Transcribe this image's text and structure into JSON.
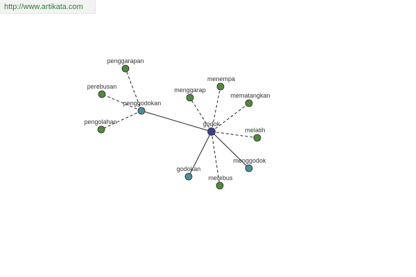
{
  "watermark": {
    "text": "http://www.artikata.com"
  },
  "graph": {
    "colors": {
      "primary_node": "#3b3f86",
      "secondary_node": "#4a8f95",
      "tertiary_node": "#4f8a3d",
      "node_stroke": "#2b2b2b",
      "edge": "#1f1f1f",
      "label": "#333333"
    },
    "nodes": [
      {
        "id": "godok",
        "label": "godok",
        "kind": "primary"
      },
      {
        "id": "penggodokan",
        "label": "penggodokan",
        "kind": "secondary"
      },
      {
        "id": "godokan",
        "label": "godokan",
        "kind": "secondary"
      },
      {
        "id": "menggodok",
        "label": "menggodok",
        "kind": "secondary"
      },
      {
        "id": "penggarapan",
        "label": "penggarapan",
        "kind": "tertiary"
      },
      {
        "id": "perebusan",
        "label": "perebusan",
        "kind": "tertiary"
      },
      {
        "id": "pengolahan",
        "label": "pengolahan",
        "kind": "tertiary"
      },
      {
        "id": "menggarap",
        "label": "menggarap",
        "kind": "tertiary"
      },
      {
        "id": "menempa",
        "label": "menempa",
        "kind": "tertiary"
      },
      {
        "id": "mematangkan",
        "label": "mematangkan",
        "kind": "tertiary"
      },
      {
        "id": "melatih",
        "label": "melatih",
        "kind": "tertiary"
      },
      {
        "id": "merebus",
        "label": "merebus",
        "kind": "tertiary"
      }
    ],
    "edges": [
      {
        "from": "godok",
        "to": "penggodokan",
        "style": "solid"
      },
      {
        "from": "godok",
        "to": "godokan",
        "style": "solid"
      },
      {
        "from": "godok",
        "to": "menggodok",
        "style": "solid"
      },
      {
        "from": "penggodokan",
        "to": "penggarapan",
        "style": "dashed"
      },
      {
        "from": "penggodokan",
        "to": "perebusan",
        "style": "dashed"
      },
      {
        "from": "penggodokan",
        "to": "pengolahan",
        "style": "dashed"
      },
      {
        "from": "godok",
        "to": "menggarap",
        "style": "dashed"
      },
      {
        "from": "godok",
        "to": "menempa",
        "style": "dashed"
      },
      {
        "from": "godok",
        "to": "mematangkan",
        "style": "dashed"
      },
      {
        "from": "godok",
        "to": "melatih",
        "style": "dashed"
      },
      {
        "from": "godok",
        "to": "merebus",
        "style": "dashed"
      }
    ]
  }
}
